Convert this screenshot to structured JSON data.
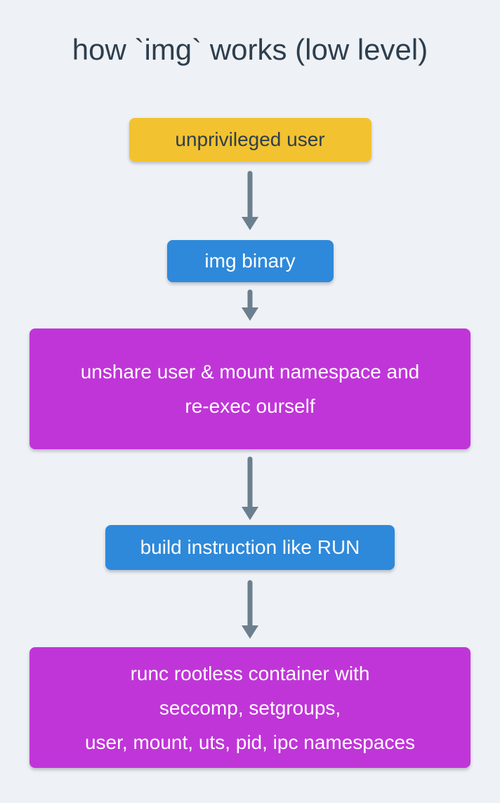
{
  "title": "how `img` works (low level)",
  "colors": {
    "background": "#eef1f5",
    "title_text": "#2d3e4e",
    "yellow_node": "#f2c230",
    "yellow_node_text": "#2d3e4e",
    "blue_node": "#2e89da",
    "magenta_node": "#c035d8",
    "node_text_light": "#ffffff",
    "arrow": "#6b7f8e"
  },
  "flow": {
    "nodes": [
      {
        "label": "unprivileged user"
      },
      {
        "label": "img binary"
      },
      {
        "lines": [
          "unshare user & mount namespace and",
          "re-exec ourself"
        ]
      },
      {
        "label": "build instruction like RUN"
      },
      {
        "lines": [
          "runc rootless container with",
          "seccomp, setgroups,",
          "user, mount, uts, pid, ipc namespaces"
        ]
      }
    ]
  }
}
